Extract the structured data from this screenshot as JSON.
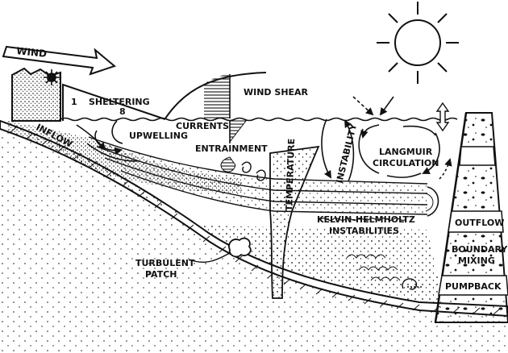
{
  "labels": {
    "wind": "WIND",
    "wind_shear": "WIND SHEAR",
    "sheltering": "SHELTERING",
    "sheltering_num_1": "1",
    "sheltering_num_8": "8",
    "currents": "CURRENTS",
    "upwelling": "UPWELLING",
    "entrainment": "ENTRAINMENT",
    "inflow": "INFLOW",
    "temperature": "TEMPERATURE",
    "instability": "INSTABILITY",
    "langmuir_line1": "LANGMUIR",
    "langmuir_line2": "CIRCULATION",
    "kh_line1": "KELVIN-HELMHOLTZ",
    "kh_line2": "INSTABILITIES",
    "outflow": "OUTFLOW",
    "boundary_line1": "BOUNDARY",
    "boundary_line2": "MIXING",
    "pumpback": "PUMPBACK",
    "turbulent_line1": "TURBULENT",
    "turbulent_line2": "PATCH"
  },
  "icons": [
    "sun-icon",
    "wind-arrow-icon",
    "double-arrow-icon"
  ],
  "colors": {
    "ink": "#111111",
    "paper": "#ffffff"
  }
}
